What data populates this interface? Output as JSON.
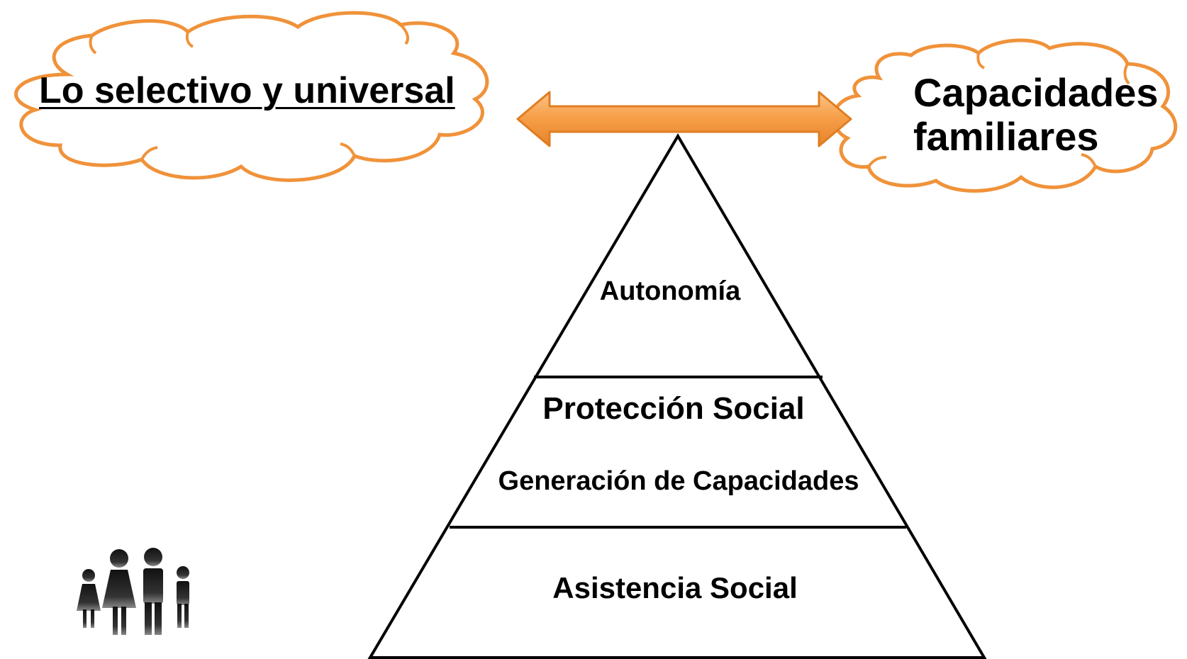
{
  "left_cloud": {
    "text": "Lo selectivo y universal",
    "outline_color": "#f0923a",
    "fill_color": "#ffffff"
  },
  "right_cloud": {
    "line1": "Capacidades",
    "line2": "familiares",
    "outline_color": "#f0923a",
    "fill_color": "#ffffff"
  },
  "arrow": {
    "icon": "double-headed-arrow-icon",
    "color": "#f7a04a",
    "edge_color": "#e07d21"
  },
  "pyramid": {
    "line_color": "#000000",
    "tiers": {
      "top": "Autonomía",
      "middle_line1": "Protección Social",
      "middle_line2": "Generación de Capacidades",
      "bottom": "Asistencia Social"
    }
  },
  "family_icon": {
    "icon": "family-silhouette-icon",
    "color": "#1a1a1a"
  }
}
